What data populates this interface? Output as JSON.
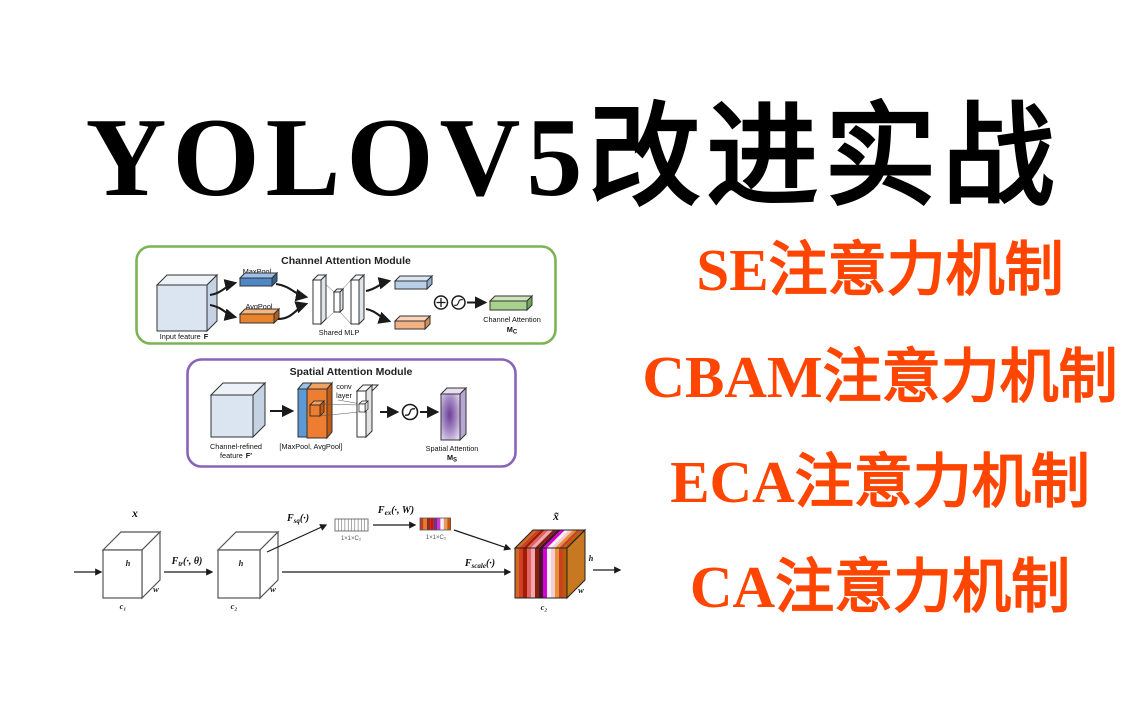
{
  "page": {
    "background_color": "#ffffff"
  },
  "title": {
    "text": "YOLOV5改进实战",
    "color": "#000000"
  },
  "feature_list": {
    "text_color": "#ff4500",
    "items": [
      {
        "label": "SE注意力机制"
      },
      {
        "label": "CBAM注意力机制"
      },
      {
        "label": "ECA注意力机制"
      },
      {
        "label": "CA注意力机制"
      }
    ]
  },
  "channel_attention_diagram": {
    "title": "Channel Attention Module",
    "border_color": "#7cb454",
    "input_label": "Input feature",
    "input_symbol": "F",
    "maxpool_label": "MaxPool",
    "avgpool_label": "AvgPool",
    "shared_mlp_label": "Shared MLP",
    "output_label": "Channel Attention",
    "output_symbol": {
      "base": "M",
      "sub": "C"
    },
    "colors": {
      "maxpool_bar": "#4f86c6",
      "avgpool_bar": "#e8822d",
      "maxpool_out_bar": "#b9cfe8",
      "avgpool_out_bar": "#f4b183",
      "attention_bar": "#a9d18e"
    }
  },
  "spatial_attention_diagram": {
    "title": "Spatial Attention Module",
    "border_color": "#8a63b8",
    "input_label_line1": "Channel-refined",
    "input_label_line2": "feature",
    "input_symbol": "F′",
    "pool_label": "[MaxPool, AvgPool]",
    "conv_label_line1": "conv",
    "conv_label_line2": "layer",
    "output_label": "Spatial Attention",
    "output_symbol": {
      "base": "M",
      "sub": "S"
    },
    "colors": {
      "maxpool_slab": "#5b9bd5",
      "avgpool_slab": "#ed7d31",
      "attention_map": "#8b6bb0"
    }
  },
  "se_block_diagram": {
    "input_symbol": "x",
    "output_symbol": "x̃",
    "height_label": "h",
    "width_label": "w",
    "c1_label": "c₁",
    "c2_label": "c₂",
    "f_tr": {
      "base": "F",
      "sub": "tr",
      "args": "(·, θ)"
    },
    "f_sq": {
      "base": "F",
      "sub": "sq",
      "args": "(·)"
    },
    "f_ex": {
      "base": "F",
      "sub": "ex",
      "args": "(·, W)"
    },
    "f_scale": {
      "base": "F",
      "sub": "scale",
      "args": "(·)"
    },
    "squeeze_dim_label": "1×1×C₂",
    "excitation_dim_label": "1×1×C₂",
    "excitation_stripe_colors": [
      "#c0392b",
      "#e67e22",
      "#922b21",
      "#cc1100",
      "#6c3483",
      "#d633d6",
      "#f0f0f0",
      "#e59866",
      "#d35400"
    ],
    "output_stripe_colors": [
      "#d2691e",
      "#cc4125",
      "#a61c00",
      "#e06666",
      "#f4a6b0",
      "#85200c",
      "#4c1130",
      "#d500d5",
      "#f3f3f3",
      "#f9cbd4",
      "#e69138",
      "#cc4125",
      "#b45f06"
    ]
  }
}
